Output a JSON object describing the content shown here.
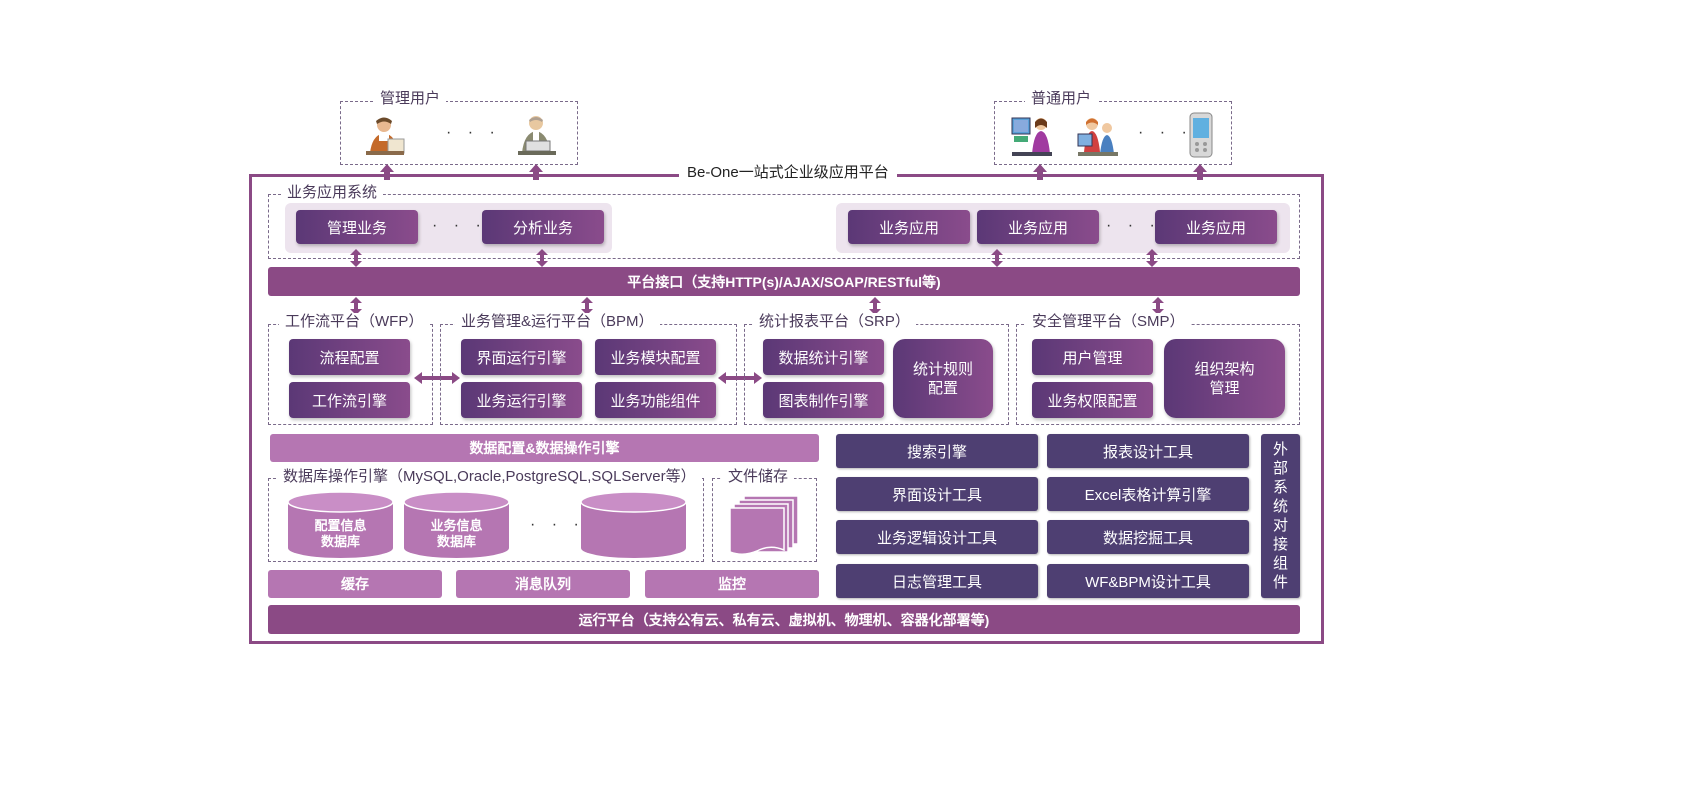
{
  "colors": {
    "frame": "#8b4a85",
    "bar_dark": "#8b4a85",
    "bar_light": "#b576b2",
    "tool": "#4e3f72"
  },
  "platform_title": "Be-One一站式企业级应用平台",
  "admin_users": {
    "label": "管理用户",
    "dots": "· · ·",
    "icons": [
      "admin-user-icon",
      "admin-user-icon"
    ]
  },
  "normal_users": {
    "label": "普通用户",
    "dots": "· · ·",
    "icons": [
      "computer-user-icon",
      "group-user-icon",
      "mobile-device-icon"
    ]
  },
  "business_system": {
    "label": "业务应用系统",
    "left": [
      "管理业务",
      "分析业务"
    ],
    "left_dots": "· · ·",
    "right": [
      "业务应用",
      "业务应用",
      "业务应用"
    ],
    "right_dots": "· · ·"
  },
  "platform_interface": "平台接口（支持HTTP(s)/AJAX/SOAP/RESTful等)",
  "wfp": {
    "label": "工作流平台（WFP）",
    "items": [
      "流程配置",
      "工作流引擎"
    ]
  },
  "bpm": {
    "label": "业务管理&运行平台（BPM）",
    "items": [
      "界面运行引擎",
      "业务模块配置",
      "业务运行引擎",
      "业务功能组件"
    ]
  },
  "srp": {
    "label": "统计报表平台（SRP）",
    "items": [
      "数据统计引擎",
      "图表制作引擎"
    ],
    "rule": [
      "统计规则",
      "配置"
    ]
  },
  "smp": {
    "label": "安全管理平台（SMP）",
    "items": [
      "用户管理",
      "业务权限配置"
    ],
    "org": [
      "组织架构",
      "管理"
    ]
  },
  "data_engine": "数据配置&数据操作引擎",
  "db_engine": {
    "label": "数据库操作引擎（MySQL,Oracle,PostgreSQL,SQLServer等）",
    "dbs": [
      [
        "配置信息",
        "数据库"
      ],
      [
        "业务信息",
        "数据库"
      ]
    ],
    "dots": "· · ·"
  },
  "file_storage": {
    "label": "文件储存"
  },
  "infra": [
    "缓存",
    "消息队列",
    "监控"
  ],
  "tools": [
    "搜索引擎",
    "报表设计工具",
    "界面设计工具",
    "Excel表格计算引擎",
    "业务逻辑设计工具",
    "数据挖掘工具",
    "日志管理工具",
    "WF&BPM设计工具"
  ],
  "external": "外部系统对接组件",
  "runtime": "运行平台（支持公有云、私有云、虚拟机、物理机、容器化部署等)"
}
